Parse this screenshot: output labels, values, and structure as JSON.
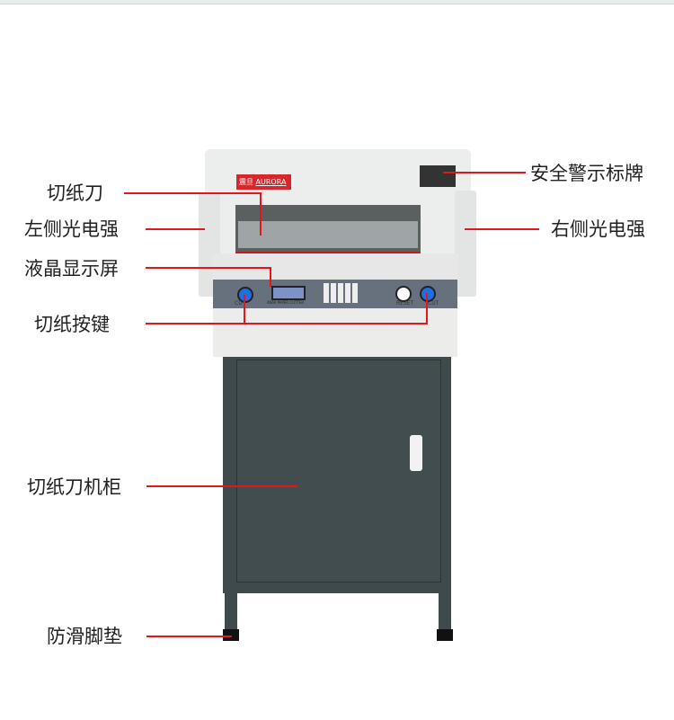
{
  "labels": {
    "blade": "切纸刀",
    "left_sensor": "左侧光电强",
    "lcd": "液晶显示屏",
    "buttons": "切纸按键",
    "cabinet": "切纸刀机柜",
    "feet": "防滑脚垫",
    "warning_sign": "安全警示标牌",
    "right_sensor": "右侧光电强"
  },
  "machine": {
    "brand_cn": "震旦",
    "brand_en": "AURORA",
    "model": "4660 PAPER CUTTER",
    "reset": "RESET",
    "cut": "CUT",
    "cut_left": "CUT"
  },
  "colors": {
    "accent": "#e4161b",
    "cabinet": "#3e4a4b",
    "panel": "#5f6b7a"
  }
}
